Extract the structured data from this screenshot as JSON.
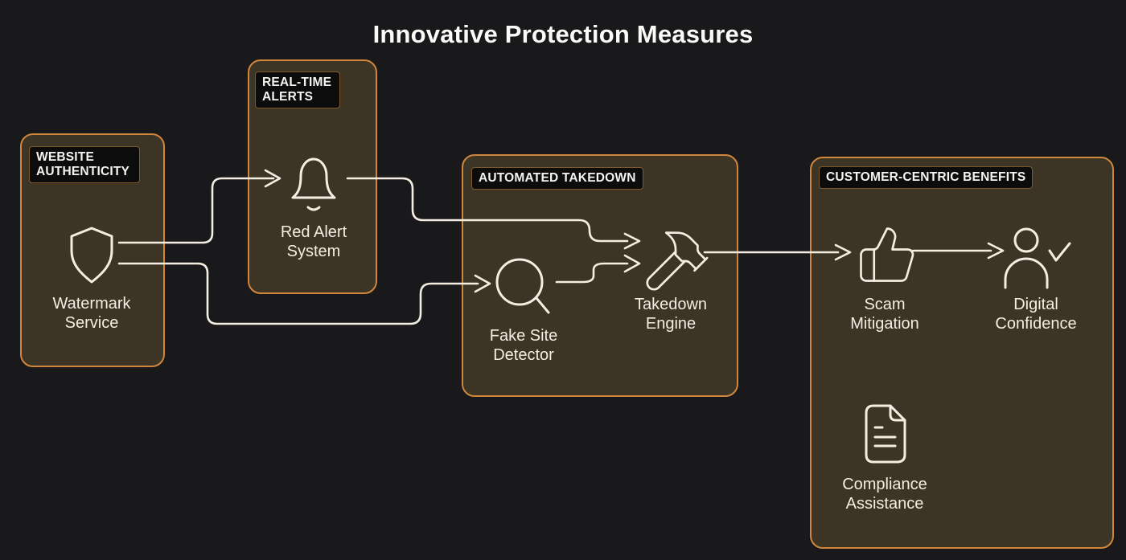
{
  "title": "Innovative Protection Measures",
  "colors": {
    "background": "#19191b",
    "group_fill": "#3c3526",
    "group_border": "#d0873c",
    "label_background": "#0c0c0d",
    "label_border": "#80592a",
    "text": "#f3eee1",
    "line": "#f3eee1"
  },
  "groups": [
    {
      "label": "WEBSITE AUTHENTICITY",
      "nodes": [
        {
          "label": "Watermark Service",
          "icon": "shield-icon"
        }
      ]
    },
    {
      "label": "REAL-TIME ALERTS",
      "nodes": [
        {
          "label": "Red Alert System",
          "icon": "bell-icon"
        }
      ]
    },
    {
      "label": "AUTOMATED TAKEDOWN",
      "nodes": [
        {
          "label": "Fake Site Detector",
          "icon": "magnifier-icon"
        },
        {
          "label": "Takedown Engine",
          "icon": "hammer-icon"
        }
      ]
    },
    {
      "label": "CUSTOMER-CENTRIC BENEFITS",
      "nodes": [
        {
          "label": "Scam Mitigation",
          "icon": "thumbs-up-icon"
        },
        {
          "label": "Digital Confidence",
          "icon": "user-check-icon"
        },
        {
          "label": "Compliance Assistance",
          "icon": "document-icon"
        }
      ]
    }
  ],
  "edges": [
    {
      "from": "Watermark Service",
      "to": "Red Alert System"
    },
    {
      "from": "Watermark Service",
      "to": "Fake Site Detector"
    },
    {
      "from": "Red Alert System",
      "to": "Takedown Engine"
    },
    {
      "from": "Fake Site Detector",
      "to": "Takedown Engine"
    },
    {
      "from": "Takedown Engine",
      "to": "Scam Mitigation"
    },
    {
      "from": "Scam Mitigation",
      "to": "Digital Confidence"
    }
  ]
}
